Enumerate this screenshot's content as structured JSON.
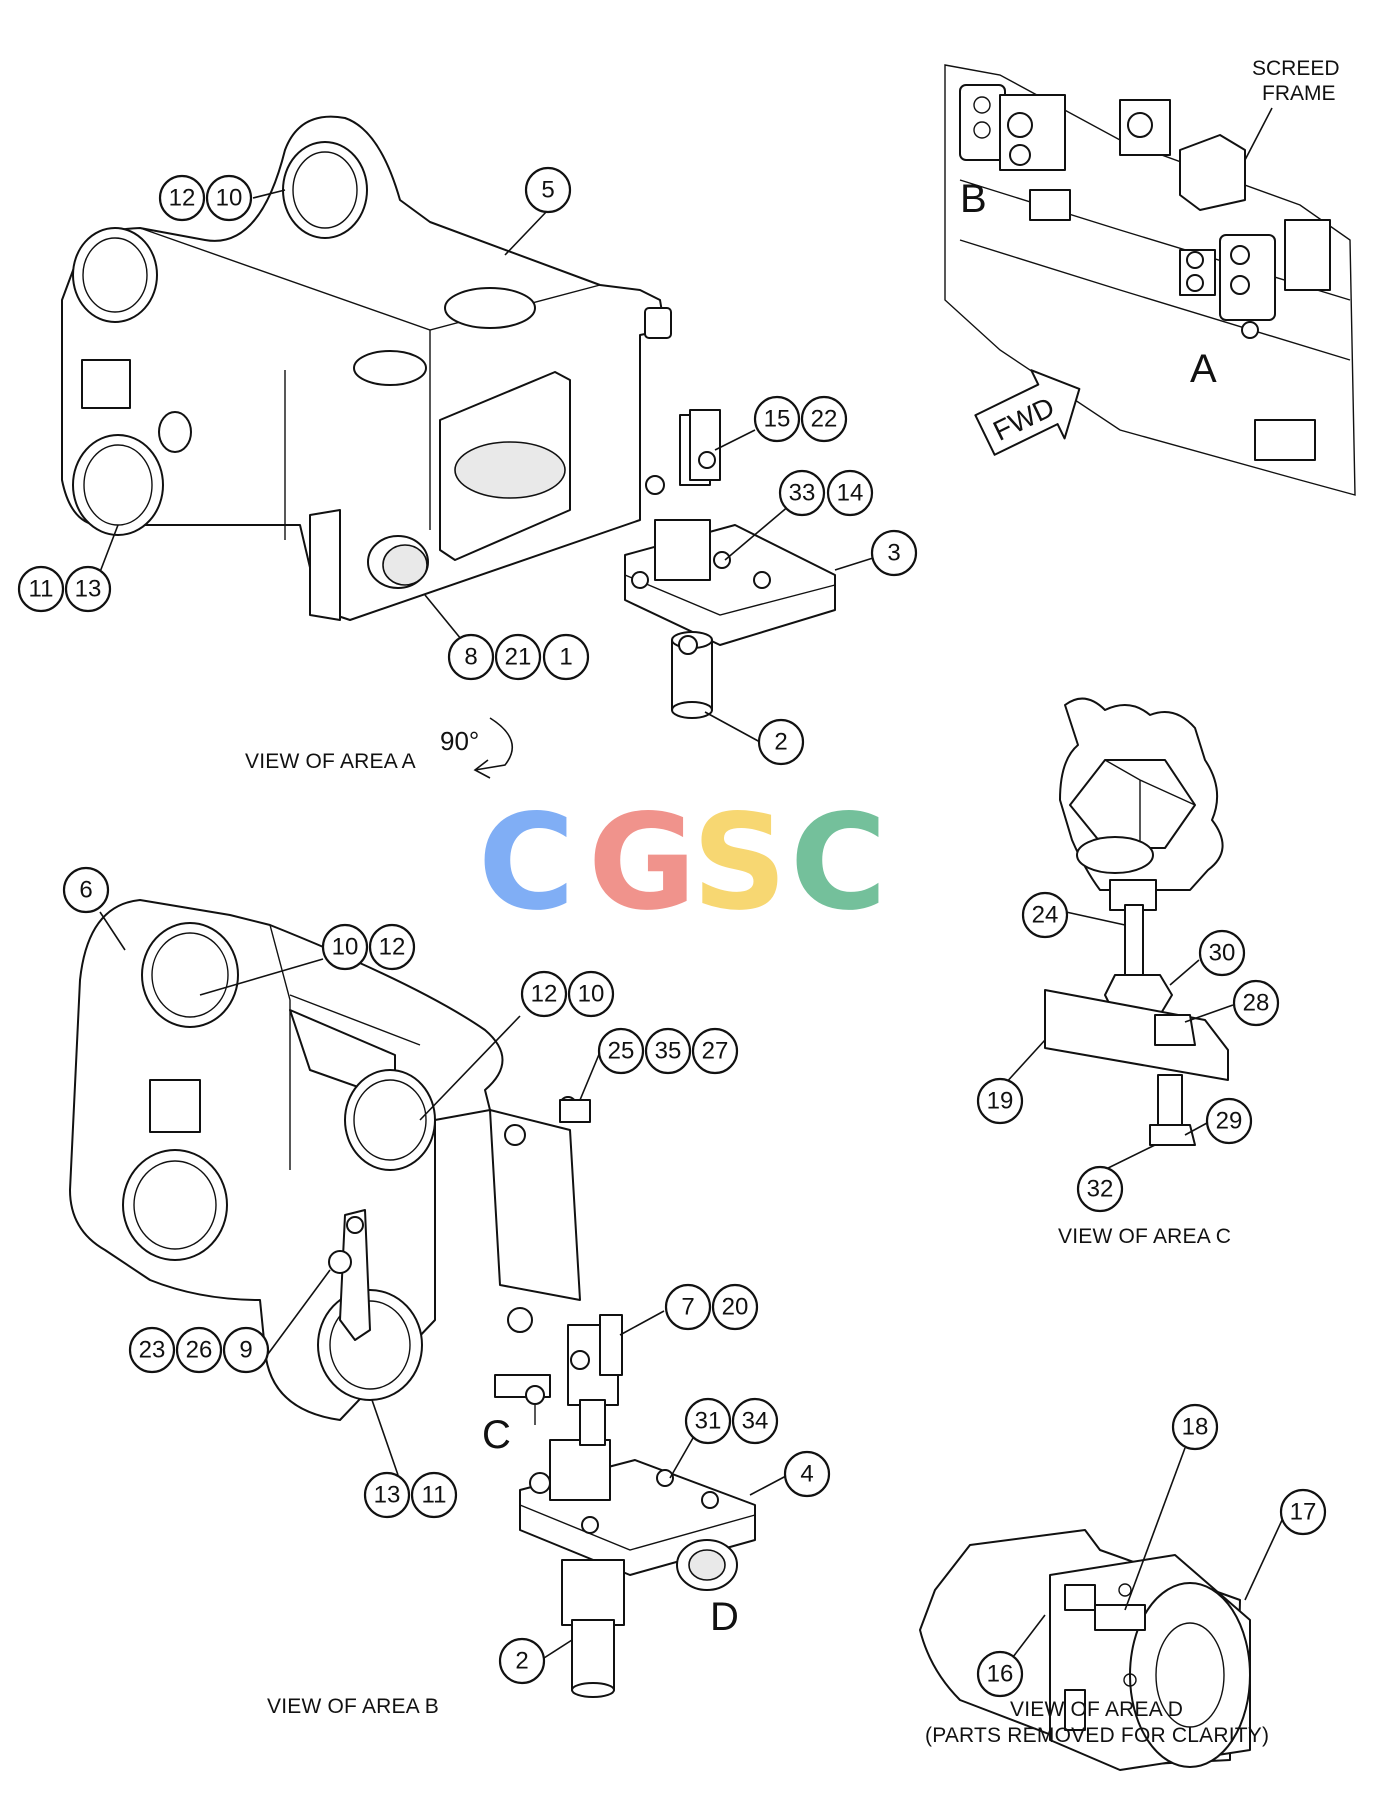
{
  "captions": {
    "view_a": "VIEW OF AREA A",
    "view_b": "VIEW OF AREA B",
    "view_c": "VIEW OF AREA C",
    "view_d_line1": "VIEW OF AREA D",
    "view_d_line2": "(PARTS REMOVED FOR CLARITY)",
    "rotation": "90°"
  },
  "overview": {
    "screed_frame_line1": "SCREED",
    "screed_frame_line2": "FRAME",
    "fwd": "FWD",
    "area_b": "B",
    "area_a": "A"
  },
  "area_letters": {
    "c": "C",
    "d": "D"
  },
  "watermark": {
    "letters": [
      "C",
      "G",
      "S",
      "C"
    ],
    "colors": [
      "#7aaaf5",
      "#f08e86",
      "#f7d56b",
      "#6dbd96"
    ]
  },
  "callouts": {
    "a": [
      "12",
      "10",
      "5",
      "15",
      "22",
      "33",
      "14",
      "3",
      "11",
      "13",
      "8",
      "21",
      "1",
      "2"
    ],
    "b": [
      "6",
      "10",
      "12",
      "12",
      "10",
      "25",
      "35",
      "27",
      "7",
      "20",
      "23",
      "26",
      "9",
      "31",
      "34",
      "4",
      "13",
      "11",
      "2"
    ],
    "c": [
      "24",
      "30",
      "28",
      "19",
      "29",
      "32"
    ],
    "d": [
      "18",
      "17",
      "16"
    ]
  }
}
